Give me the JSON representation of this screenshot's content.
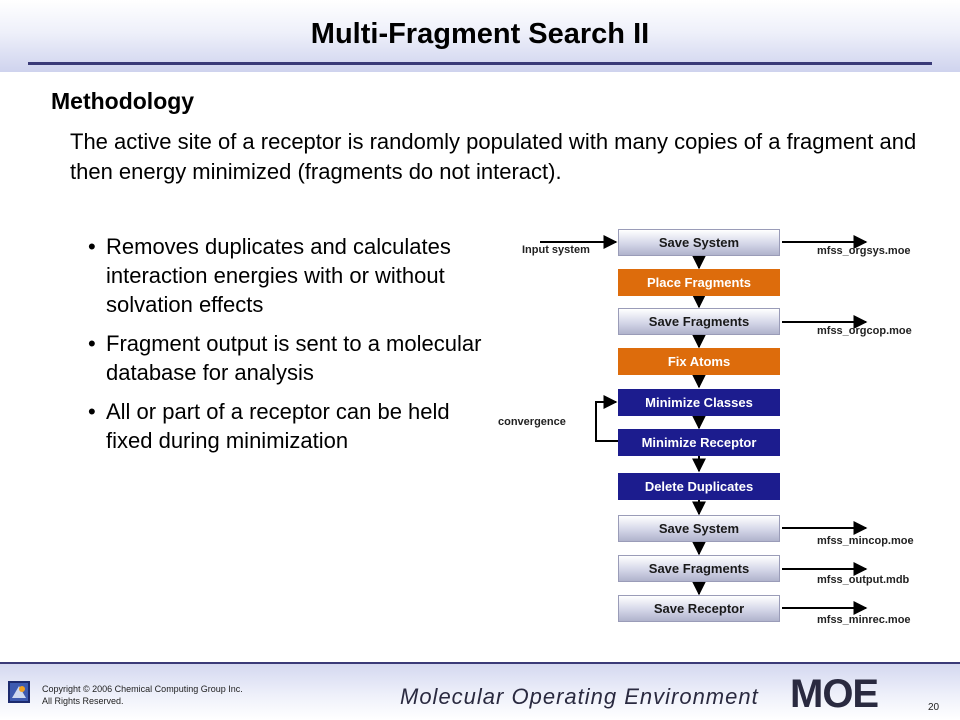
{
  "header": {
    "title": "Multi-Fragment Search II"
  },
  "section": {
    "heading": "Methodology",
    "intro": "The active site of a receptor is randomly populated with many copies of a fragment and then energy minimized (fragments do not interact).",
    "bullets": [
      "Removes duplicates and calculates interaction energies with or without solvation effects",
      "Fragment output is sent to a molecular database for analysis",
      "All or part of a receptor can be held fixed during minimization"
    ]
  },
  "flowchart": {
    "steps": [
      "Save System",
      "Place Fragments",
      "Save Fragments",
      "Fix Atoms",
      "Minimize Classes",
      "Minimize Receptor",
      "Delete Duplicates",
      "Save System",
      "Save Fragments",
      "Save Receptor"
    ],
    "input_label": "Input system",
    "loop_label": "convergence",
    "outputs": [
      "mfss_orgsys.moe",
      "mfss_orgcop.moe",
      "mfss_mincop.moe",
      "mfss_output.mdb",
      "mfss_minrec.moe"
    ]
  },
  "footer": {
    "copyright_line1": "Copyright © 2006 Chemical Computing Group Inc.",
    "copyright_line2": "All Rights Reserved.",
    "brand": "Molecular Operating Environment",
    "brand_short": "MOE",
    "page_number": "20"
  },
  "colors": {
    "accent_navy": "#1c1c8e",
    "accent_orange": "#dd6c0c",
    "rule": "#3a3a78"
  }
}
